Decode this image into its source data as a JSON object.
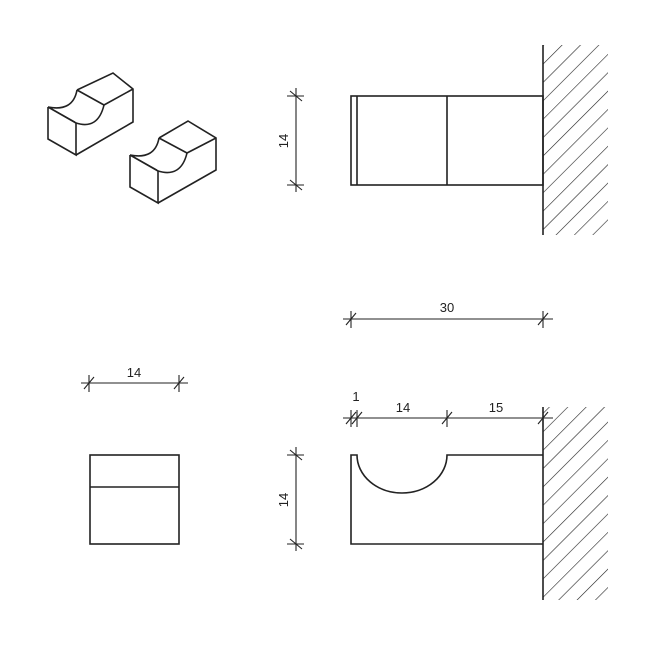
{
  "drawing": {
    "type": "technical-drawing",
    "subject": "wall-mounted hook",
    "units": "cm",
    "line_color": "#222222",
    "background": "#ffffff"
  },
  "views": {
    "isometric": {
      "label": "isometric-views",
      "count": 2
    },
    "top_view": {
      "height_dim": "14"
    },
    "end_view": {
      "width_dim": "14"
    },
    "front_view": {
      "overall_length_dim": "30",
      "segment_dims": [
        "1",
        "14",
        "15"
      ],
      "height_dim": "14"
    }
  }
}
